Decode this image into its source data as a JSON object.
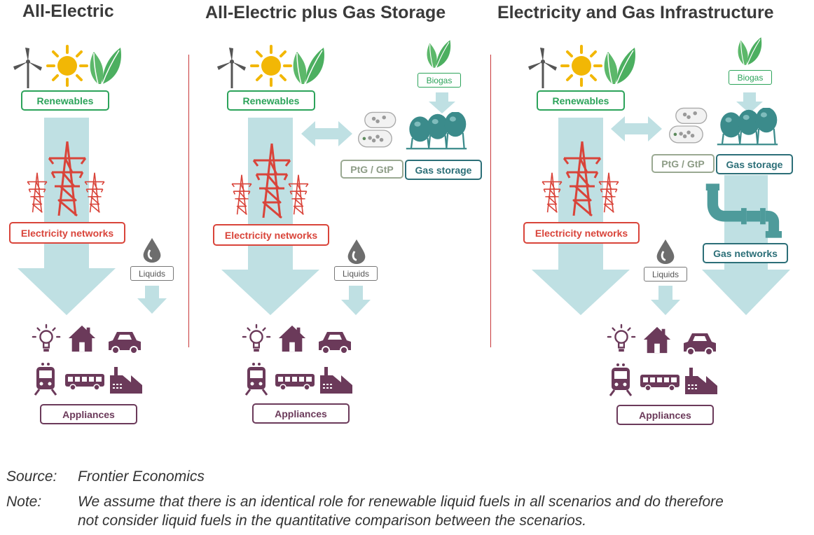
{
  "panels": [
    {
      "title": "All-Electric",
      "renewables": "Renewables",
      "electricity_networks": "Electricity networks",
      "liquids": "Liquids",
      "appliances": "Appliances"
    },
    {
      "title": "All-Electric plus Gas Storage",
      "renewables": "Renewables",
      "electricity_networks": "Electricity networks",
      "liquids": "Liquids",
      "appliances": "Appliances",
      "biogas": "Biogas",
      "ptg": "PtG / GtP",
      "gas_storage": "Gas storage"
    },
    {
      "title": "Electricity and Gas Infrastructure",
      "renewables": "Renewables",
      "electricity_networks": "Electricity networks",
      "liquids": "Liquids",
      "appliances": "Appliances",
      "biogas": "Biogas",
      "ptg": "PtG / GtP",
      "gas_storage": "Gas storage",
      "gas_networks": "Gas networks"
    }
  ],
  "footer": {
    "source_label": "Source:",
    "source_text": "Frontier Economics",
    "note_label": "Note:",
    "note_line1": "We assume that there is an identical role for renewable liquid fuels in all scenarios and do therefore",
    "note_line2": "not consider liquid fuels in the quantitative comparison between the scenarios."
  },
  "colors": {
    "renewables": "#2ca35a",
    "electricity": "#d9443a",
    "gas": "#2c6f78",
    "appliances": "#6b3a5a",
    "flow_arrow": "#bfe0e3",
    "sun": "#f2b705"
  },
  "icons": [
    "wind-turbine-icon",
    "sun-icon",
    "leaf-icon",
    "pylon-icon",
    "droplet-icon",
    "bulb-icon",
    "house-icon",
    "car-icon",
    "train-icon",
    "bus-icon",
    "factory-icon",
    "gas-tank-icon",
    "ptg-cylinder-icon",
    "pipe-icon"
  ]
}
